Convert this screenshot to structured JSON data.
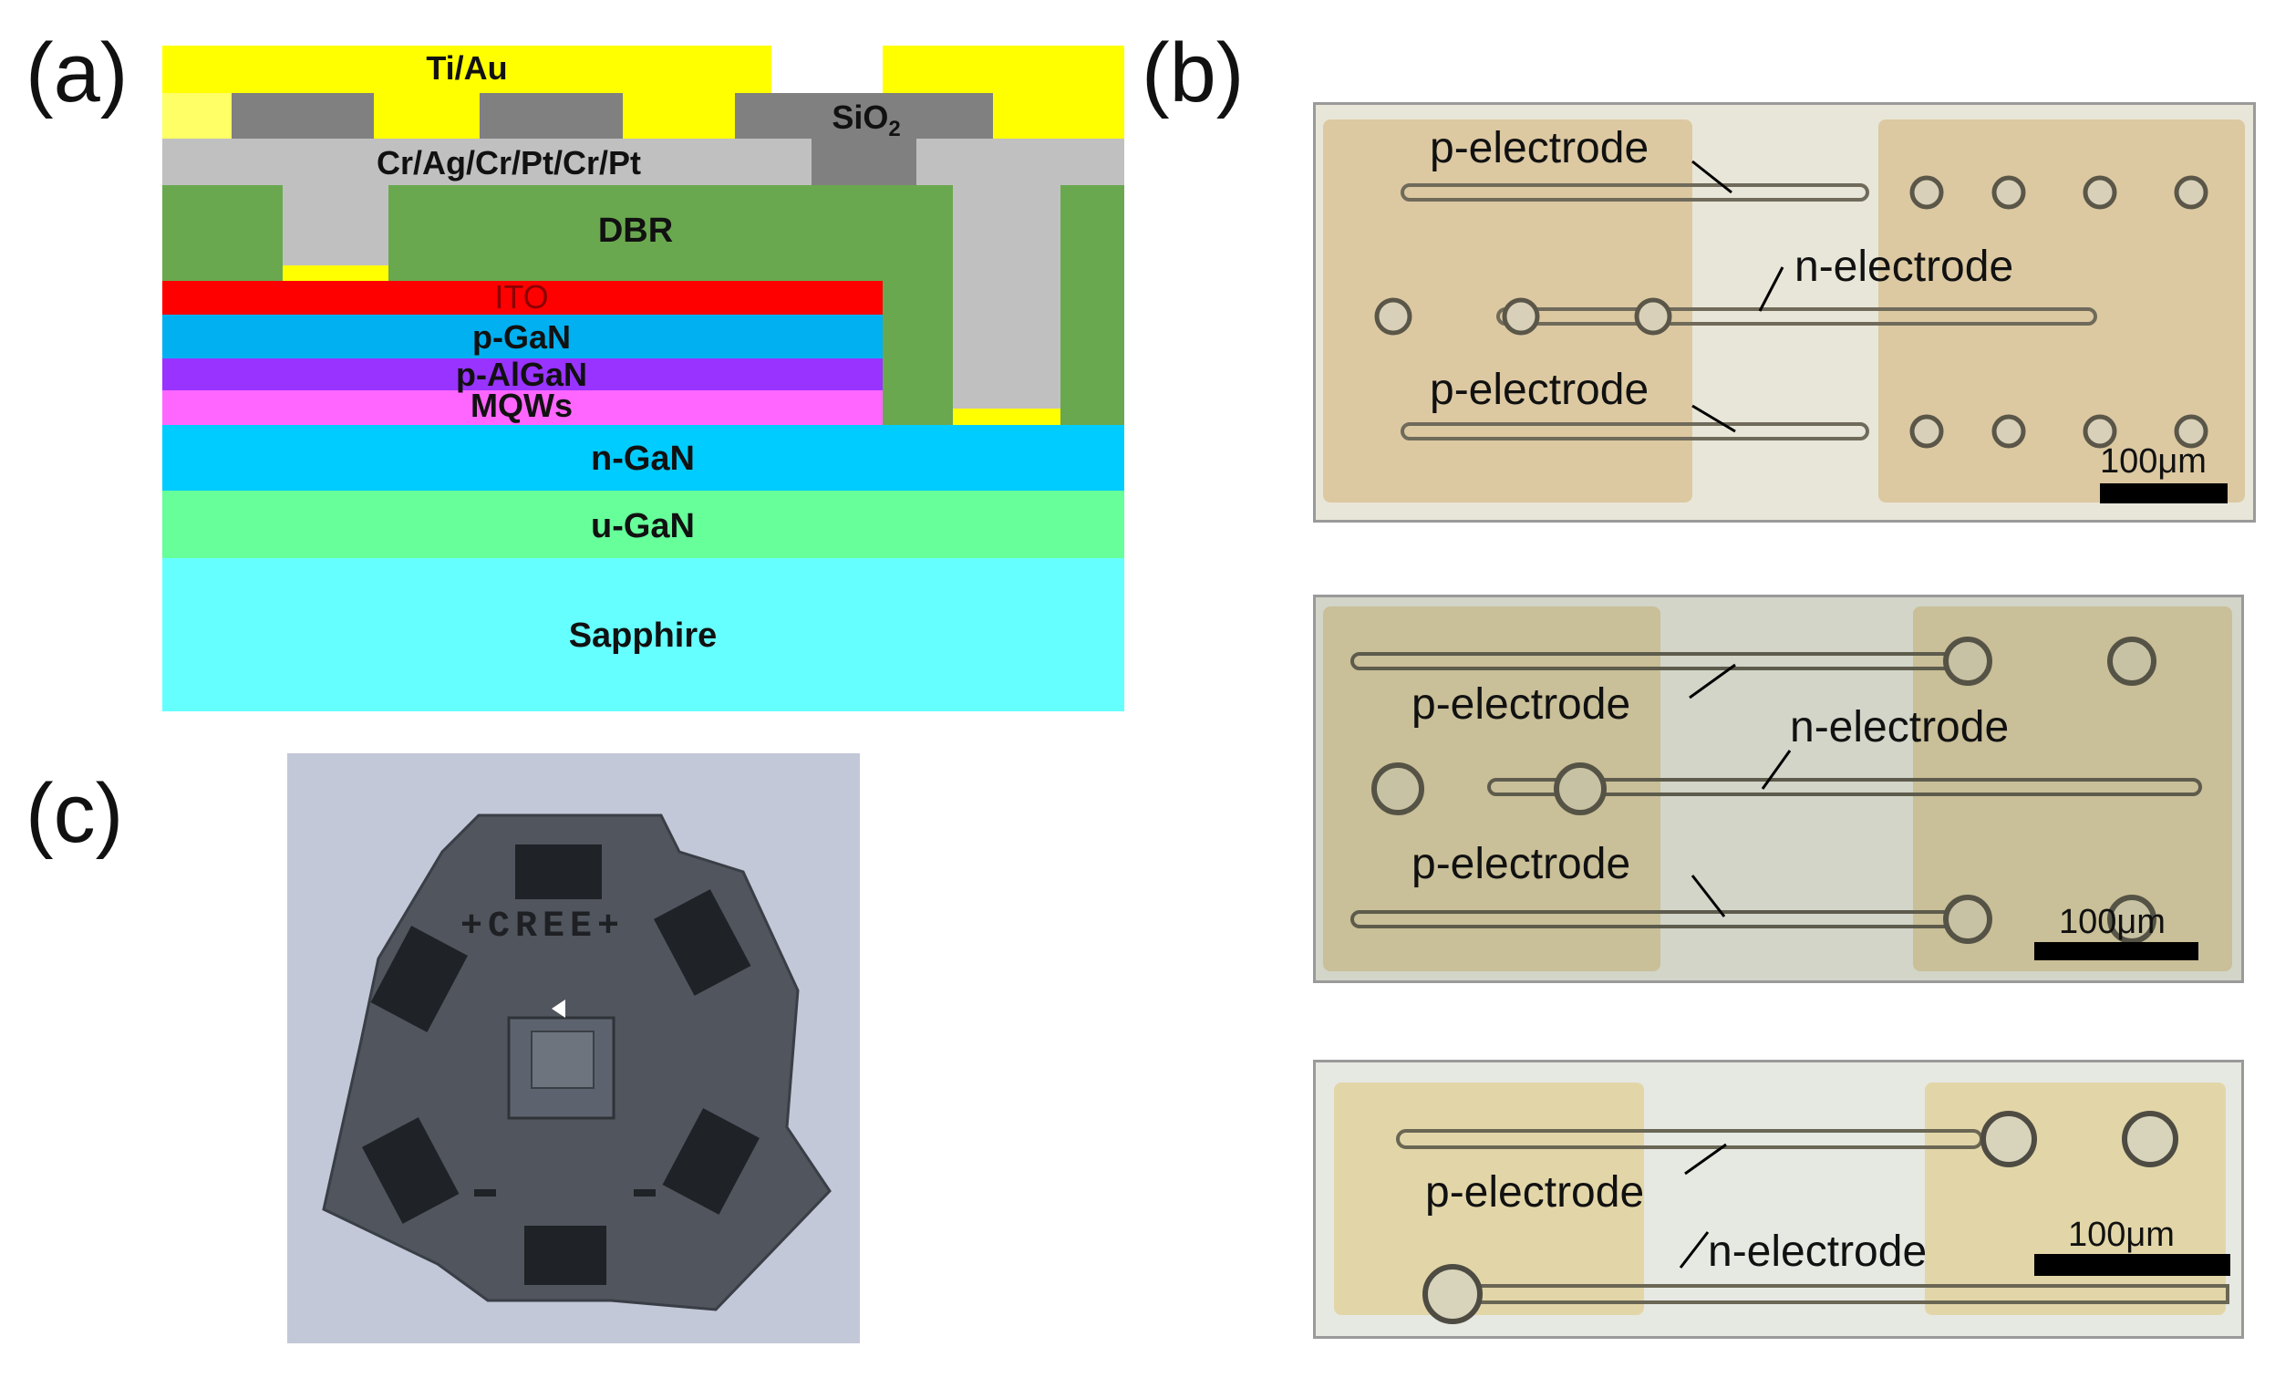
{
  "panels": {
    "a": {
      "label": "(a)"
    },
    "b": {
      "label": "(b)"
    },
    "c": {
      "label": "(c)"
    }
  },
  "stack": {
    "ti_au": "Ti/Au",
    "sio2": "SiO",
    "sio2_sub": "2",
    "cr_ag": "Cr/Ag/Cr/Pt/Cr/Pt",
    "dbr": "DBR",
    "ito": "ITO",
    "p_gan": "p-GaN",
    "p_algan": "p-AlGaN",
    "mqws": "MQWs",
    "n_gan": "n-GaN",
    "u_gan": "u-GaN",
    "sapphire": "Sapphire"
  },
  "colors": {
    "ti_au": "#ffff00",
    "sio2": "#808080",
    "metal": "#c0c0c0",
    "dbr": "#6aa84f",
    "ito": "#ff0000",
    "p_gan": "#00b0f0",
    "p_algan": "#9933ff",
    "mqws": "#ff66ff",
    "n_gan": "#00ccff",
    "u_gan": "#66ff99",
    "sapphire": "#66ffff",
    "pad": "#dcc9a2",
    "mesa": "#e8e6d8"
  },
  "micrographs": [
    {
      "p1": "p-electrode",
      "n": "n-electrode",
      "p2": "p-electrode",
      "scale": "100μm"
    },
    {
      "p1": "p-electrode",
      "n": "n-electrode",
      "p2": "p-electrode",
      "scale": "100μm"
    },
    {
      "p1": "p-electrode",
      "n": "n-electrode",
      "scale": "100μm"
    }
  ],
  "package": {
    "brand": "+CREE+"
  }
}
